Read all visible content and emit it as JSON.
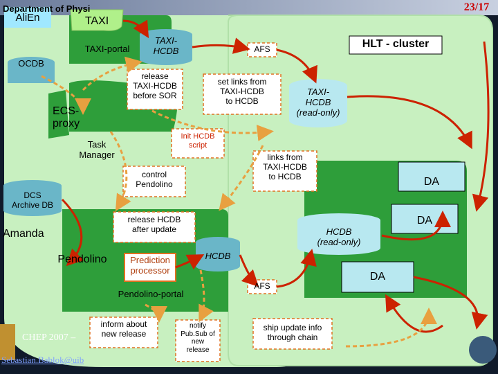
{
  "slide": {
    "page_number": "23/17",
    "department": "Department of Physi",
    "conference": "CHEP 2007 –",
    "author_email": "Sebastian.Bablok@uib"
  },
  "labels": {
    "alien": "AliEn",
    "taxi_tab": "TAXI",
    "taxi_portal": "TAXI-portal",
    "taxi_hcdb_db": "TAXI-\nHCDB",
    "ocdb": "OCDB",
    "ecs_proxy": "ECS-\nproxy",
    "task_manager": "Task\nManager",
    "dcs_archive": "DCS\nArchive DB",
    "amanda": "Amanda",
    "pendolino": "Pendolino",
    "prediction_processor": "Prediction\nprocessor",
    "pendolino_portal": "Pendolino-portal",
    "hcdb_db": "HCDB",
    "hlt_cluster": "HLT - cluster",
    "afs_top": "AFS",
    "afs_bottom": "AFS",
    "taxi_hcdb_readonly": "TAXI-\nHCDB\n(read-only)",
    "hcdb_readonly": "HCDB\n(read-only)",
    "da1": "DA",
    "da2": "DA",
    "da3": "DA"
  },
  "notes": {
    "release_taxi_hcdb": "release\nTAXI-HCDB\nbefore SOR",
    "set_links": "set links from\nTAXI-HCDB\nto HCDB",
    "init_hcdb": "Init HCDB\nscript",
    "links_from": "links from\nTAXI-HCDB\nto HCDB",
    "control_pendolino": "control\nPendolino",
    "release_hcdb_after": "release HCDB\nafter update",
    "inform_about": "inform about\nnew release",
    "notify_pubsub": "notify\nPub.Sub of\nnew\nrelease",
    "ship_update": "ship update info\nthrough chain"
  },
  "colors": {
    "cluster_green": "#c8f0c0",
    "node_green": "#2e9e3a",
    "note_fill": "#ffffff",
    "note_border": "#e07020",
    "arrow_red": "#cc2200",
    "arrow_orange": "#e8a040",
    "db_teal": "#6ab6c8",
    "title_red": "#cc0000"
  }
}
